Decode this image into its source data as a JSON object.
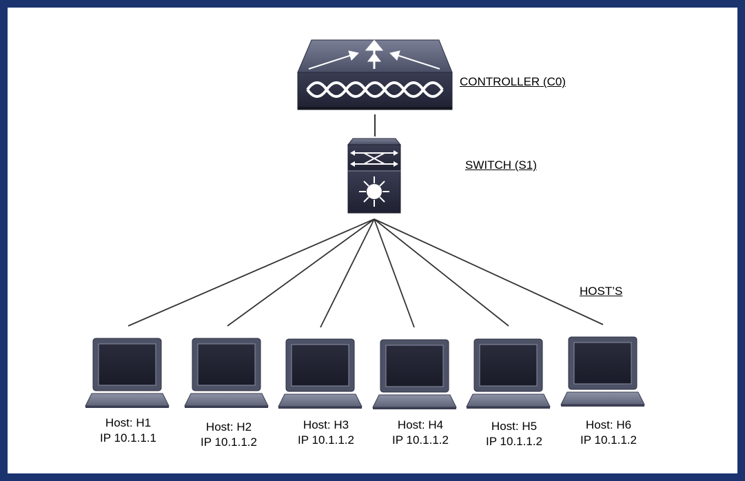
{
  "labels": {
    "controller": "CONTROLLER (C0)",
    "switch": "SWITCH (S1)",
    "hosts_heading": "HOST’S"
  },
  "hosts": [
    {
      "name": "Host: H1",
      "ip": "IP 10.1.1.1"
    },
    {
      "name": "Host: H2",
      "ip": "IP 10.1.1.2"
    },
    {
      "name": "Host: H3",
      "ip": "IP 10.1.1.2"
    },
    {
      "name": "Host: H4",
      "ip": "IP 10.1.1.2"
    },
    {
      "name": "Host: H5",
      "ip": "IP 10.1.1.2"
    },
    {
      "name": "Host: H6",
      "ip": "IP 10.1.1.2"
    }
  ],
  "colors": {
    "frame": "#1b3470",
    "device_dark": "#2b2e40",
    "device_light": "#5b6075",
    "link": "#333333"
  },
  "icons": {
    "controller": "sdn-controller-icon",
    "switch": "layer3-switch-icon",
    "host": "laptop-icon"
  }
}
